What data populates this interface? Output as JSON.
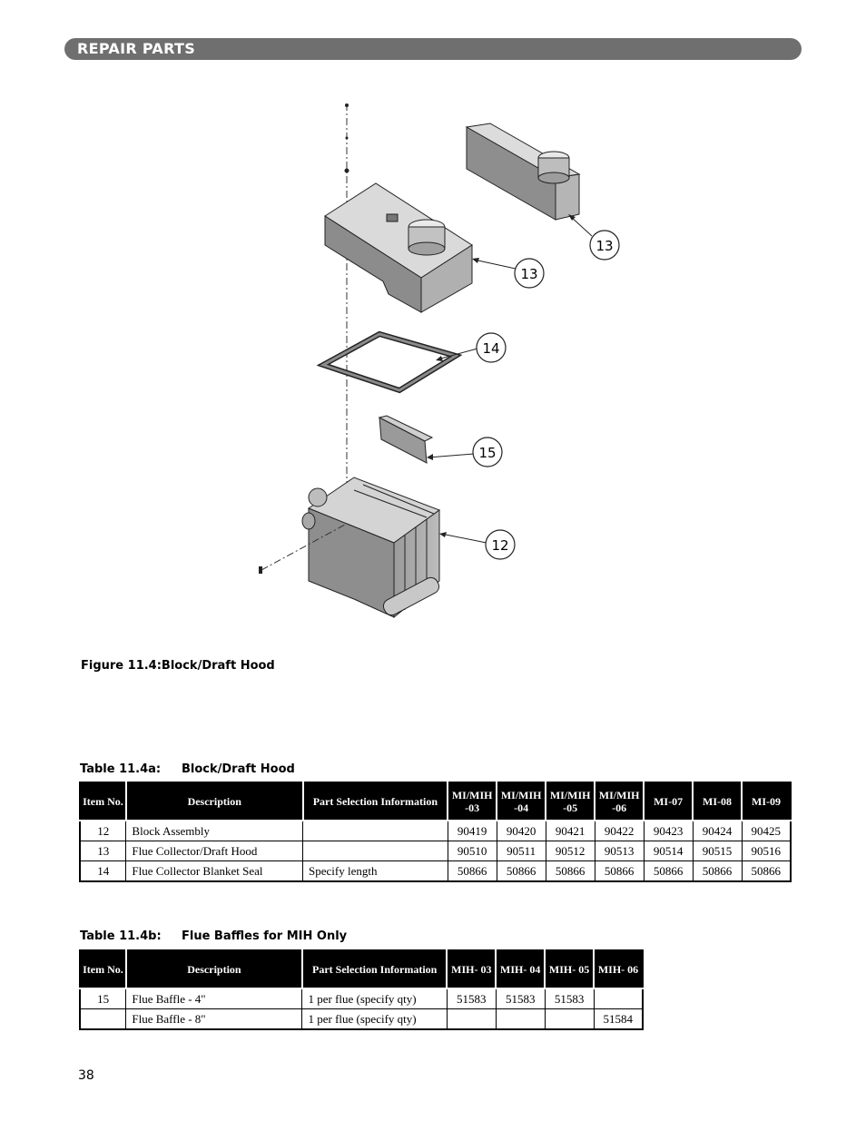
{
  "header": {
    "title": "REPAIR PARTS"
  },
  "figure": {
    "caption": "Figure 11.4:Block/Draft Hood",
    "callouts": [
      "13",
      "13",
      "14",
      "15",
      "12"
    ]
  },
  "table_a": {
    "caption_label": "Table 11.4a:",
    "caption_title": "Block/Draft Hood",
    "headers": [
      "Item No.",
      "Description",
      "Part Selection Information",
      "MI/MIH -03",
      "MI/MIH -04",
      "MI/MIH -05",
      "MI/MIH -06",
      "MI-07",
      "MI-08",
      "MI-09"
    ],
    "rows": [
      [
        "12",
        "Block Assembly",
        "",
        "90419",
        "90420",
        "90421",
        "90422",
        "90423",
        "90424",
        "90425"
      ],
      [
        "13",
        "Flue Collector/Draft Hood",
        "",
        "90510",
        "90511",
        "90512",
        "90513",
        "90514",
        "90515",
        "90516"
      ],
      [
        "14",
        "Flue Collector Blanket Seal",
        "Specify length",
        "50866",
        "50866",
        "50866",
        "50866",
        "50866",
        "50866",
        "50866"
      ]
    ]
  },
  "table_b": {
    "caption_label": "Table 11.4b:",
    "caption_title": "Flue Baffles for MIH Only",
    "headers": [
      "Item No.",
      "Description",
      "Part Selection Information",
      "MIH- 03",
      "MIH- 04",
      "MIH- 05",
      "MIH- 06"
    ],
    "rows": [
      [
        "15",
        "Flue Baffle - 4\"",
        "1 per flue (specify qty)",
        "51583",
        "51583",
        "51583",
        ""
      ],
      [
        "",
        "Flue Baffle - 8\"",
        "1 per flue (specify qty)",
        "",
        "",
        "",
        "51584"
      ]
    ]
  },
  "footer": {
    "page_number": "38"
  }
}
